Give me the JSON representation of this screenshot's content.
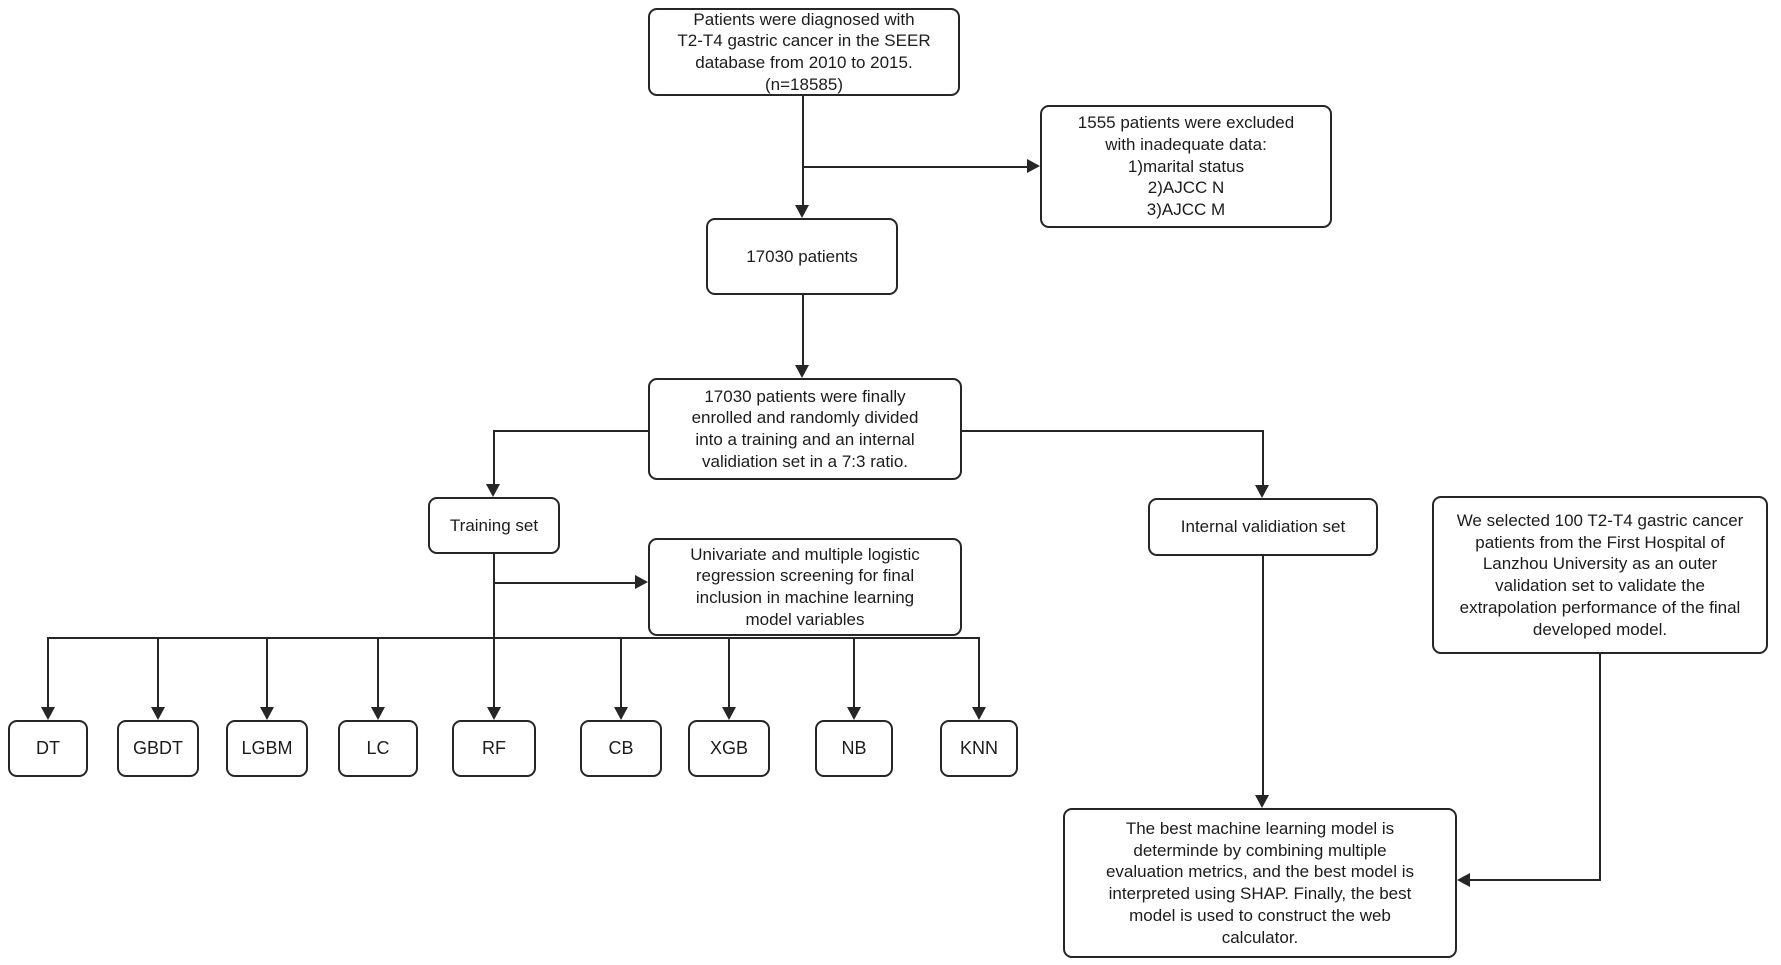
{
  "diagram": {
    "title": "Patient selection and machine learning workflow flowchart",
    "background_color": "#ffffff",
    "line_color": "#262626",
    "text_color": "#1c1c1c",
    "nodes": {
      "seer": "Patients were diagnosed with\nT2-T4 gastric cancer in the SEER\ndatabase from 2010 to 2015.\n(n=18585)",
      "excluded": "1555 patients were excluded\nwith inadequate data:\n1)marital status\n2)AJCC N\n3)AJCC M",
      "patients_17030": "17030 patients",
      "enrolled": "17030 patients were finally\nenrolled and randomly divided\ninto a training and an internal\nvalidiation set in a 7:3 ratio.",
      "training_set": "Training set",
      "univariate": "Univariate and multiple logistic\nregression screening for final\ninclusion in machine learning\nmodel variables",
      "internal_validation": "Internal validiation set",
      "outer_validation": "We selected 100 T2-T4 gastric cancer\npatients from the First Hospital of\nLanzhou University as an outer\nvalidation set to validate the\nextrapolation performance of the final\ndeveloped model.",
      "best_model": "The best machine learning model is\ndeterminde by combining multiple\nevaluation metrics, and the best model is\ninterpreted using SHAP. Finally, the best\nmodel is used to construct the web\ncalculator."
    },
    "models": [
      "DT",
      "GBDT",
      "LGBM",
      "LC",
      "RF",
      "CB",
      "XGB",
      "NB",
      "KNN"
    ]
  }
}
